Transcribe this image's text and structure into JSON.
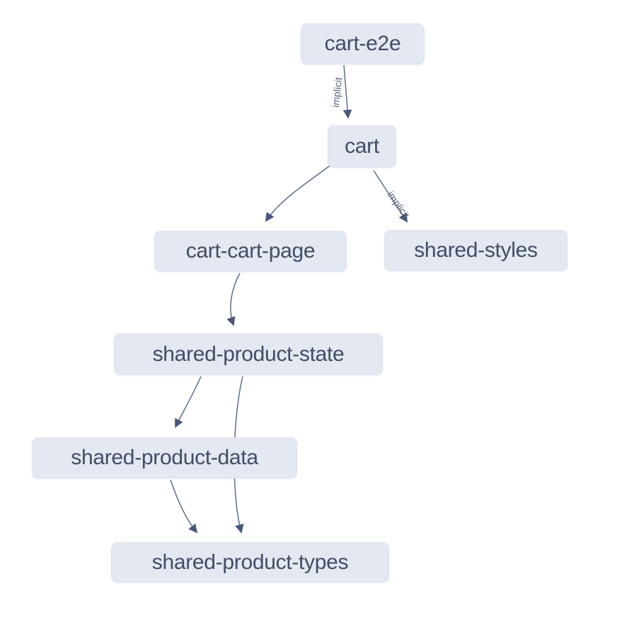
{
  "diagram": {
    "kind": "project-dependency-graph",
    "nodes": [
      {
        "id": "cart-e2e",
        "label": "cart-e2e"
      },
      {
        "id": "cart",
        "label": "cart"
      },
      {
        "id": "cart-cart-page",
        "label": "cart-cart-page"
      },
      {
        "id": "shared-styles",
        "label": "shared-styles"
      },
      {
        "id": "shared-product-state",
        "label": "shared-product-state"
      },
      {
        "id": "shared-product-data",
        "label": "shared-product-data"
      },
      {
        "id": "shared-product-types",
        "label": "shared-product-types"
      }
    ],
    "edges": [
      {
        "from": "cart-e2e",
        "to": "cart",
        "label": "implicit"
      },
      {
        "from": "cart",
        "to": "cart-cart-page",
        "label": ""
      },
      {
        "from": "cart",
        "to": "shared-styles",
        "label": "implicit"
      },
      {
        "from": "cart-cart-page",
        "to": "shared-product-state",
        "label": ""
      },
      {
        "from": "shared-product-state",
        "to": "shared-product-data",
        "label": ""
      },
      {
        "from": "shared-product-state",
        "to": "shared-product-types",
        "label": ""
      },
      {
        "from": "shared-product-data",
        "to": "shared-product-types",
        "label": ""
      }
    ],
    "colors": {
      "background": "#ffffff",
      "node_fill": "#e3e8f1",
      "node_text": "#414d66",
      "edge_stroke": "#5e6b88",
      "arrowhead": "#49587a",
      "edge_label": "#54627e"
    }
  }
}
